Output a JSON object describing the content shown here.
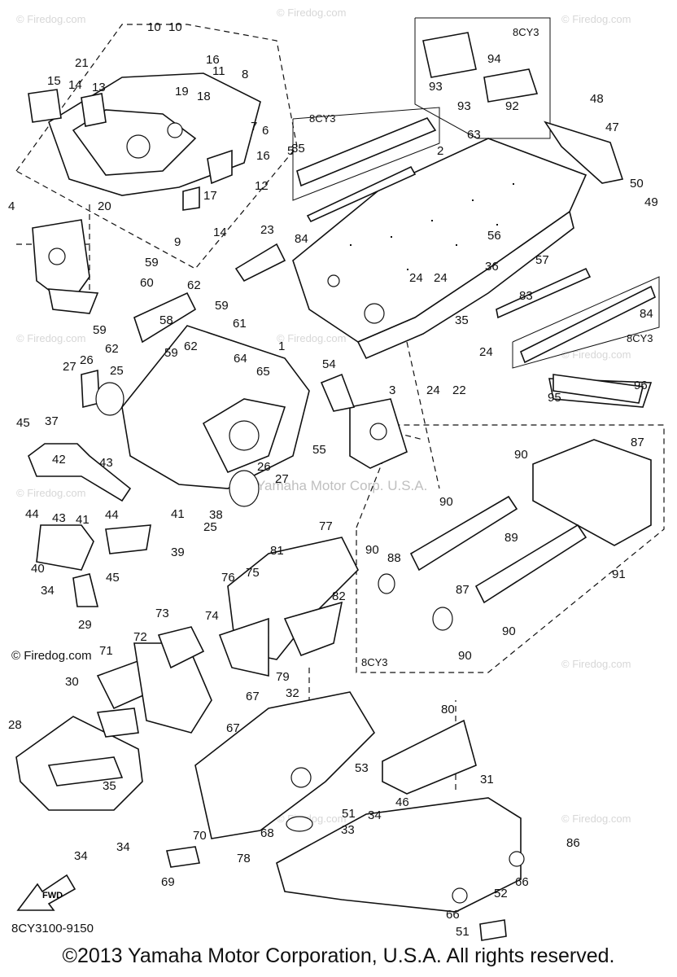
{
  "diagram": {
    "drawing_number": "8CY3100-9150",
    "copyright": "©2013 Yamaha Motor Corporation, U.S.A. All rights reserved.",
    "watermark_center": "© Yamaha Motor Corp. U.S.A.",
    "watermark_site": "© Firedog.com",
    "fwd_label": "FWD",
    "model_notes": [
      "8CY3",
      "8CY3",
      "8CY3",
      "8CY3"
    ]
  },
  "callouts": [
    "1",
    "2",
    "3",
    "4",
    "5",
    "6",
    "7",
    "8",
    "9",
    "10",
    "10",
    "11",
    "12",
    "13",
    "14",
    "14",
    "15",
    "16",
    "16",
    "17",
    "18",
    "19",
    "20",
    "21",
    "22",
    "23",
    "24",
    "24",
    "24",
    "24",
    "25",
    "25",
    "26",
    "26",
    "27",
    "27",
    "28",
    "29",
    "30",
    "31",
    "32",
    "33",
    "34",
    "34",
    "34",
    "34",
    "35",
    "35",
    "36",
    "37",
    "38",
    "39",
    "40",
    "41",
    "41",
    "42",
    "43",
    "43",
    "44",
    "44",
    "45",
    "45",
    "46",
    "47",
    "48",
    "49",
    "50",
    "51",
    "51",
    "52",
    "53",
    "54",
    "55",
    "56",
    "57",
    "58",
    "59",
    "59",
    "59",
    "59",
    "60",
    "61",
    "62",
    "62",
    "62",
    "63",
    "64",
    "65",
    "66",
    "66",
    "67",
    "67",
    "68",
    "69",
    "70",
    "71",
    "72",
    "73",
    "74",
    "75",
    "76",
    "77",
    "78",
    "79",
    "80",
    "81",
    "82",
    "83",
    "84",
    "84",
    "85",
    "86",
    "87",
    "87",
    "88",
    "89",
    "90",
    "90",
    "90",
    "90",
    "90",
    "91",
    "92",
    "93",
    "93",
    "94",
    "95",
    "96"
  ]
}
